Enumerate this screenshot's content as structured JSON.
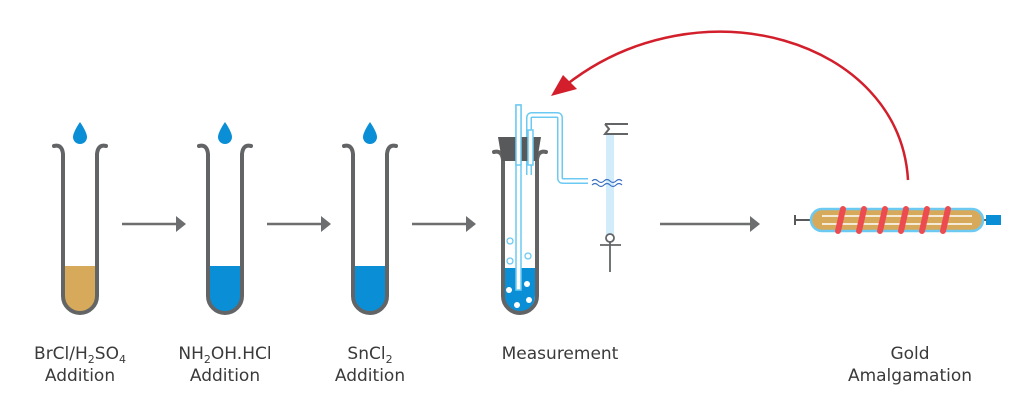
{
  "diagram": {
    "title": "Mercury analysis workflow",
    "colors": {
      "tube_outline": "#636466",
      "brown_liquid": "#d7a95a",
      "blue_liquid": "#0a8fd6",
      "drop": "#0a8fd6",
      "light_blue_tubing": "#6ccaf2",
      "column_fill": "#d3ecfb",
      "coil_red": "#ec4c4f",
      "return_arrow": "#d21f2b",
      "flow_arrow": "#6d6e70",
      "wave": "#3a6fc1"
    },
    "steps": [
      {
        "id": "brcl",
        "label_line1_parts": [
          "BrCl/H",
          "2",
          "SO",
          "4"
        ],
        "label_line2": "Addition",
        "liquid": "brown",
        "has_drop": true
      },
      {
        "id": "nh2oh",
        "label_line1_parts": [
          "NH",
          "2",
          "OH.HCl"
        ],
        "label_line2": "Addition",
        "liquid": "blue",
        "has_drop": true
      },
      {
        "id": "sncl2",
        "label_line1_parts": [
          "SnCl",
          "2"
        ],
        "label_line2": "Addition",
        "liquid": "blue",
        "has_drop": true
      },
      {
        "id": "measurement",
        "label_line1": "Measurement",
        "liquid": "blue with bubbles"
      },
      {
        "id": "gold",
        "label_line1": "Gold",
        "label_line2": "Amalgamation"
      }
    ],
    "arrows": [
      {
        "from": "brcl",
        "to": "nh2oh",
        "style": "gray"
      },
      {
        "from": "nh2oh",
        "to": "sncl2",
        "style": "gray"
      },
      {
        "from": "sncl2",
        "to": "measurement",
        "style": "gray"
      },
      {
        "from": "measurement",
        "to": "gold",
        "style": "gray"
      },
      {
        "from": "gold",
        "to": "measurement",
        "style": "red-curved"
      }
    ]
  }
}
